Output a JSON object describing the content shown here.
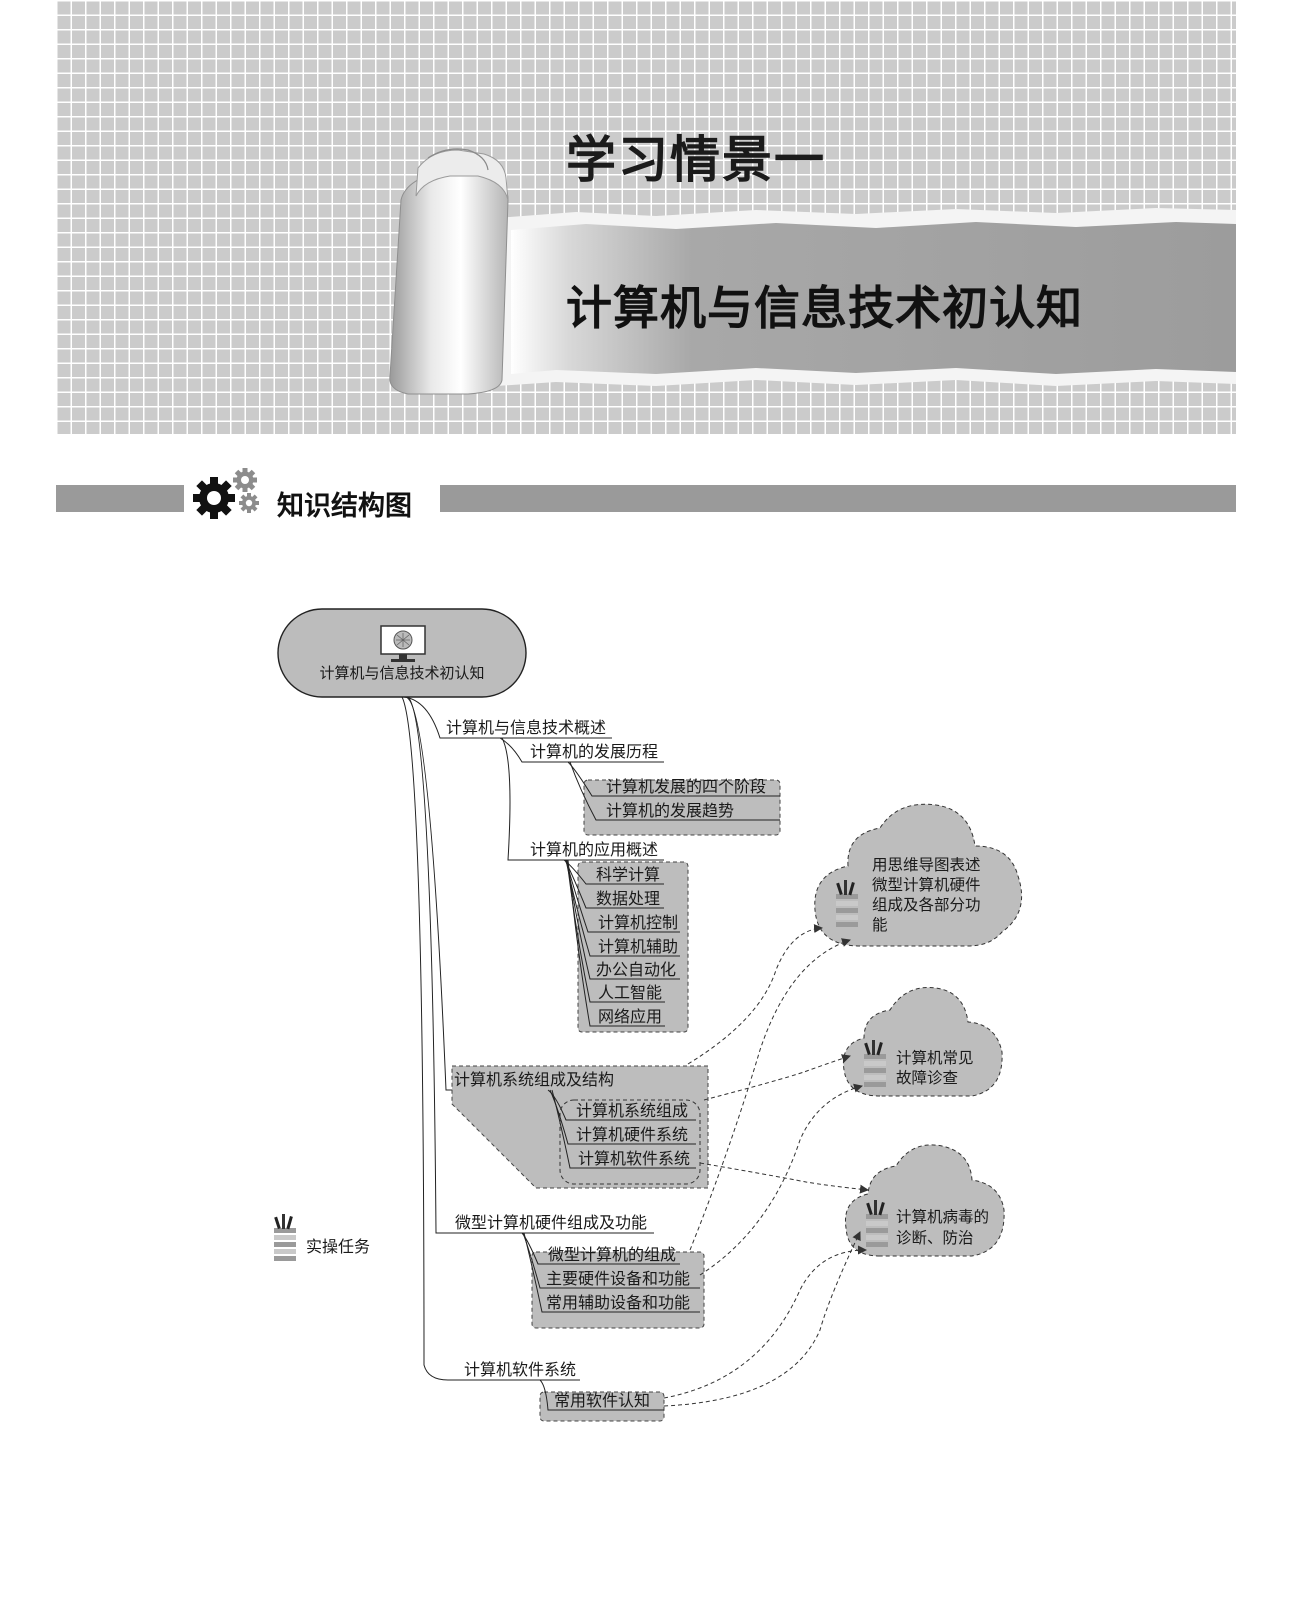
{
  "banner": {
    "chapter_label": "学习情景一",
    "chapter_title": "计算机与信息技术初认知"
  },
  "section": {
    "title": "知识结构图",
    "icon": "gear-icon"
  },
  "mindmap": {
    "root": {
      "label": "计算机与信息技术初认知",
      "icon": "monitor-icon"
    },
    "branches": {
      "overview": {
        "label": "计算机与信息技术概述",
        "history": {
          "label": "计算机的发展历程",
          "items": [
            "计算机发展的四个阶段",
            "计算机的发展趋势"
          ]
        },
        "applications": {
          "label": "计算机的应用概述",
          "items": [
            "科学计算",
            "数据处理",
            "计算机控制",
            "计算机辅助",
            "办公自动化",
            "人工智能",
            "网络应用"
          ]
        }
      },
      "system": {
        "label": "计算机系统组成及结构",
        "items": [
          "计算机系统组成",
          "计算机硬件系统",
          "计算机软件系统"
        ]
      },
      "hardware": {
        "label": "微型计算机硬件组成及功能",
        "items": [
          "微型计算机的组成",
          "主要硬件设备和功能",
          "常用辅助设备和功能"
        ]
      },
      "software": {
        "label": "计算机软件系统",
        "items": [
          "常用软件认知"
        ]
      }
    },
    "tasks": [
      {
        "lines": [
          "用思维导图表述",
          "微型计算机硬件",
          "组成及各部分功",
          "能"
        ]
      },
      {
        "lines": [
          "计算机常见",
          "故障诊查"
        ]
      },
      {
        "lines": [
          "计算机病毒的",
          "诊断、防治"
        ]
      }
    ],
    "legend": {
      "label": "实操任务",
      "icon": "task-icon"
    }
  },
  "colors": {
    "banner_grid": "#cbcbcb",
    "banner_stripe": "#9e9e9e",
    "section_bar": "#9a9a9a",
    "box_fill": "#bfbfbf",
    "cloud_fill": "#bdbdbd"
  }
}
